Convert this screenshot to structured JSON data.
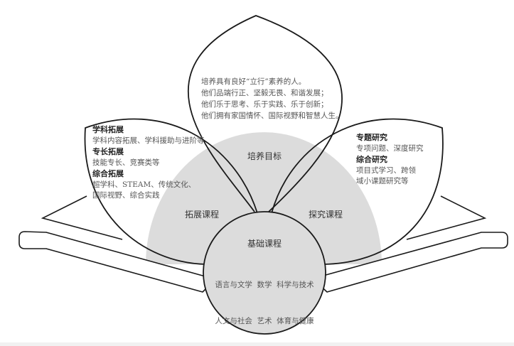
{
  "colors": {
    "fill": "#dcdcdc",
    "stroke": "#1a1a1a"
  },
  "goal": {
    "title": "培养目标",
    "lines": [
      "培养具有良好“立行”素养的人。",
      "他们品端行正、坚毅无畏、和谐发展；",
      "他们乐于思考、乐于实践、乐于创新；",
      "他们拥有家国情怀、国际视野和智慧人生。"
    ]
  },
  "extension": {
    "title": "拓展课程",
    "items": [
      {
        "heading": "学科拓展",
        "lines": [
          "学科内容拓展、学科援助与进阶等"
        ]
      },
      {
        "heading": "专长拓展",
        "lines": [
          "技能专长、竞赛类等"
        ]
      },
      {
        "heading": "综合拓展",
        "lines": [
          "超学科、STEAM、传统文化、",
          "国际视野、综合实践"
        ]
      }
    ]
  },
  "inquiry": {
    "title": "探究课程",
    "items": [
      {
        "heading": "专题研究",
        "lines": [
          "专项问题、深度研究"
        ]
      },
      {
        "heading": "综合研究",
        "lines": [
          "项目式学习、跨领",
          "域小课题研究等"
        ]
      }
    ]
  },
  "basic": {
    "title": "基础课程",
    "lines": [
      "语言与文学  数学  科学与技术",
      "人文与社会  艺术  体育与健康"
    ]
  }
}
